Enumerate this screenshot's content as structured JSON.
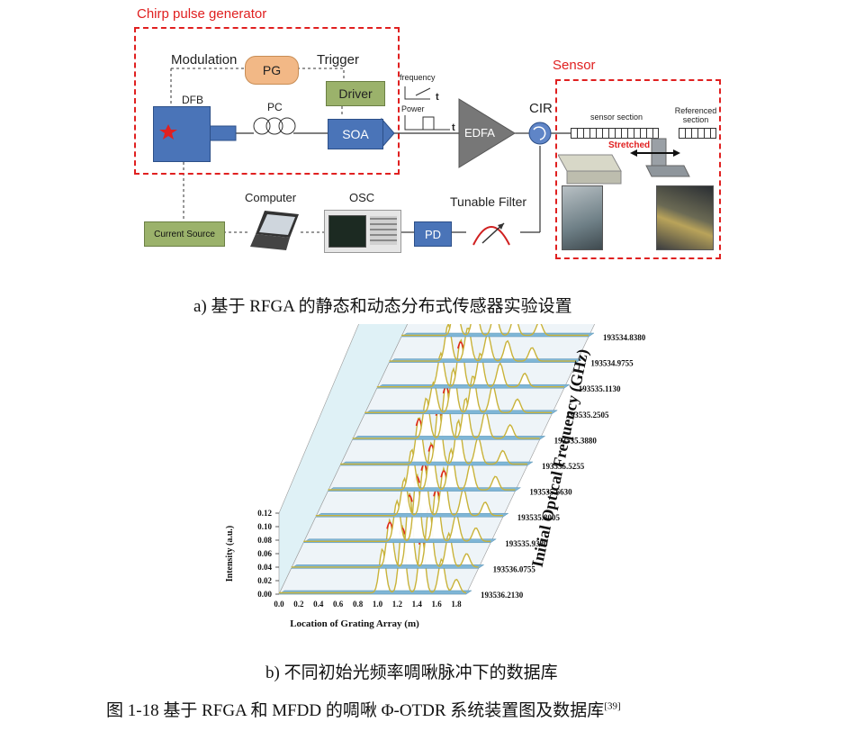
{
  "figure_a": {
    "chirp_title": "Chirp pulse generator",
    "modulation": "Modulation",
    "trigger": "Trigger",
    "pg": "PG",
    "driver": "Driver",
    "dfb": "DFB",
    "pc": "PC",
    "soa": "SOA",
    "frequency": "frequency",
    "power": "Power",
    "t1": "t",
    "t2": "t",
    "edfa": "EDFA",
    "cir": "CIR",
    "sensor_title": "Sensor",
    "sensor_section": "sensor section",
    "referenced_section": "Referenced section",
    "stretched": "Stretched",
    "computer": "Computer",
    "osc": "OSC",
    "tunable_filter": "Tunable Filter",
    "current_source": "Current Source",
    "pd": "PD",
    "caption": "a)  基于 RFGA 的静态和动态分布式传感器实验设置"
  },
  "figure_b": {
    "caption": "b)  不同初始光频率啁啾脉冲下的数据库"
  },
  "chart_data": {
    "type": "area",
    "xlabel": "Location of Grating Array (m)",
    "ylabel": "Intensity (a.u.)",
    "zlabel": "Initial Optical Frequency (GHz)",
    "x_ticks": [
      "0.0",
      "0.2",
      "0.4",
      "0.6",
      "0.8",
      "1.0",
      "1.2",
      "1.4",
      "1.6",
      "1.8"
    ],
    "y_ticks": [
      "0.00",
      "0.02",
      "0.04",
      "0.06",
      "0.08",
      "0.10",
      "0.12"
    ],
    "xlim": [
      0,
      1.9
    ],
    "ylim": [
      0,
      0.12
    ],
    "frequencies": [
      "193536.2130",
      "193536.0755",
      "193535.9380",
      "193535.8005",
      "193535.6630",
      "193535.5255",
      "193535.3880",
      "193535.2505",
      "193535.1130",
      "193534.9755",
      "193534.8380"
    ],
    "series": [
      {
        "peaks": [
          [
            0.55,
            0.06
          ],
          [
            0.75,
            0.045
          ],
          [
            0.95,
            0.035
          ],
          [
            1.15,
            0.03
          ],
          [
            1.4,
            0.02
          ]
        ]
      },
      {
        "peaks": [
          [
            0.6,
            0.055
          ],
          [
            0.8,
            0.05
          ],
          [
            1.0,
            0.04
          ],
          [
            1.2,
            0.03
          ],
          [
            1.45,
            0.02
          ]
        ]
      },
      {
        "peaks": [
          [
            0.65,
            0.05
          ],
          [
            0.85,
            0.07
          ],
          [
            1.05,
            0.05
          ],
          [
            1.25,
            0.035
          ],
          [
            1.5,
            0.02
          ]
        ]
      },
      {
        "peaks": [
          [
            0.7,
            0.045
          ],
          [
            0.9,
            0.065
          ],
          [
            1.1,
            0.055
          ],
          [
            1.3,
            0.04
          ],
          [
            1.55,
            0.02
          ]
        ]
      },
      {
        "peaks": [
          [
            0.75,
            0.06
          ],
          [
            0.95,
            0.08
          ],
          [
            1.15,
            0.06
          ],
          [
            1.35,
            0.04
          ],
          [
            1.6,
            0.02
          ]
        ]
      },
      {
        "peaks": [
          [
            0.8,
            0.07
          ],
          [
            1.0,
            0.085
          ],
          [
            1.2,
            0.065
          ],
          [
            1.4,
            0.04
          ],
          [
            1.65,
            0.02
          ]
        ]
      },
      {
        "peaks": [
          [
            0.85,
            0.06
          ],
          [
            1.05,
            0.07
          ],
          [
            1.25,
            0.06
          ],
          [
            1.45,
            0.04
          ],
          [
            1.7,
            0.02
          ]
        ]
      },
      {
        "peaks": [
          [
            0.9,
            0.055
          ],
          [
            1.1,
            0.08
          ],
          [
            1.3,
            0.07
          ],
          [
            1.5,
            0.04
          ],
          [
            1.72,
            0.02
          ]
        ]
      },
      {
        "peaks": [
          [
            0.95,
            0.06
          ],
          [
            1.15,
            0.1
          ],
          [
            1.35,
            0.08
          ],
          [
            1.55,
            0.04
          ],
          [
            1.75,
            0.02
          ]
        ]
      },
      {
        "peaks": [
          [
            1.0,
            0.07
          ],
          [
            1.2,
            0.11
          ],
          [
            1.4,
            0.09
          ],
          [
            1.6,
            0.05
          ],
          [
            1.78,
            0.02
          ]
        ]
      },
      {
        "peaks": [
          [
            1.05,
            0.065
          ],
          [
            1.25,
            0.1
          ],
          [
            1.45,
            0.085
          ],
          [
            1.65,
            0.05
          ],
          [
            1.8,
            0.02
          ]
        ]
      }
    ]
  },
  "main_caption": "图 1-18  基于 RFGA 和 MFDD 的啁啾 Φ-OTDR 系统装置图及数据库",
  "main_caption_ref": "[39]"
}
